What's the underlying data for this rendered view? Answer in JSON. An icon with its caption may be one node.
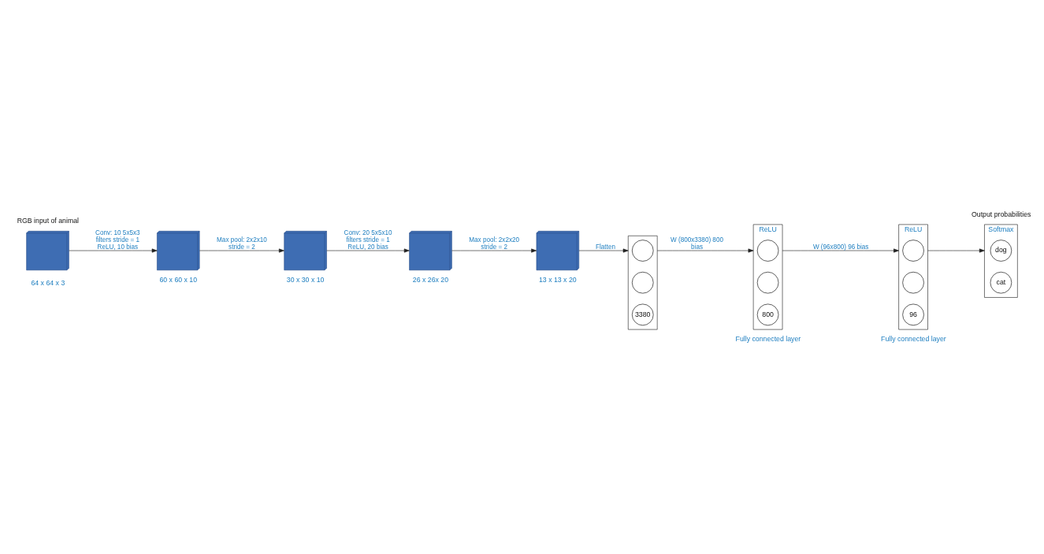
{
  "diagram": {
    "nodes": [
      {
        "text": [
          "RGB input of animal"
        ],
        "beside": [
          "64 x 64 x 3"
        ]
      },
      {
        "text": [],
        "shape": "box",
        "beside": [
          "60 x 60 x 10"
        ]
      },
      {
        "text": [],
        "shape": "box",
        "beside": [
          "30 x 30 x 10"
        ]
      },
      {
        "text": [],
        "shape": "box",
        "beside": [
          "26 x 26x 20"
        ]
      },
      {
        "text": [],
        "shape": "box",
        "beside": [
          "13 x 13 x 20"
        ]
      },
      {
        "text": [],
        "shape": "box"
      },
      {
        "text": [],
        "shape": "circle",
        "in": 5
      },
      {
        "text": [],
        "shape": "circle",
        "in": 5
      },
      {
        "text": [
          "3380"
        ],
        "in": 5
      },
      {
        "text": [
          "ReLU"
        ],
        "beside": [
          "Fully connected layer"
        ]
      },
      {
        "text": [],
        "shape": "circle",
        "in": 9
      },
      {
        "text": [],
        "shape": "circle",
        "in": 9
      },
      {
        "text": [
          "800"
        ],
        "in": 9
      },
      {
        "text": [
          "ReLU"
        ],
        "beside": [
          "Fully connected layer"
        ]
      },
      {
        "text": [],
        "shape": "circle",
        "in": 13
      },
      {
        "text": [],
        "shape": "circle",
        "in": 13
      },
      {
        "text": [
          "96"
        ],
        "in": 13
      },
      {
        "text": [
          "Output probabilities",
          "Softmax"
        ]
      },
      {
        "text": [
          "dog"
        ],
        "in": 17
      },
      {
        "text": [
          "cat"
        ],
        "in": 17
      }
    ],
    "edges": [
      {
        "from": 0,
        "to": 1,
        "arrow": "to",
        "label": "Conv: 10 5x5x3 filters stride = 1 ReLU, 10 bias"
      },
      {
        "from": 1,
        "to": 2,
        "arrow": "to",
        "label": "Max pool: 2x2x10 stride = 2"
      },
      {
        "from": 2,
        "to": 3,
        "arrow": "to",
        "label": "Conv: 20 5x5x10 filters stride = 1 ReLU, 20 bias"
      },
      {
        "from": 3,
        "to": 4,
        "arrow": "to",
        "label": "Max pool: 2x2x20 stride = 2"
      },
      {
        "from": 4,
        "to": 5,
        "arrow": "to",
        "label": "Flatten"
      },
      {
        "from": 5,
        "to": 9,
        "arrow": "to",
        "label": "W (800x3380) 800 bias"
      },
      {
        "from": 9,
        "to": 13,
        "arrow": "to",
        "label": "W (96x800) 96 bias"
      },
      {
        "from": 13,
        "to": 17,
        "arrow": "to"
      }
    ]
  }
}
